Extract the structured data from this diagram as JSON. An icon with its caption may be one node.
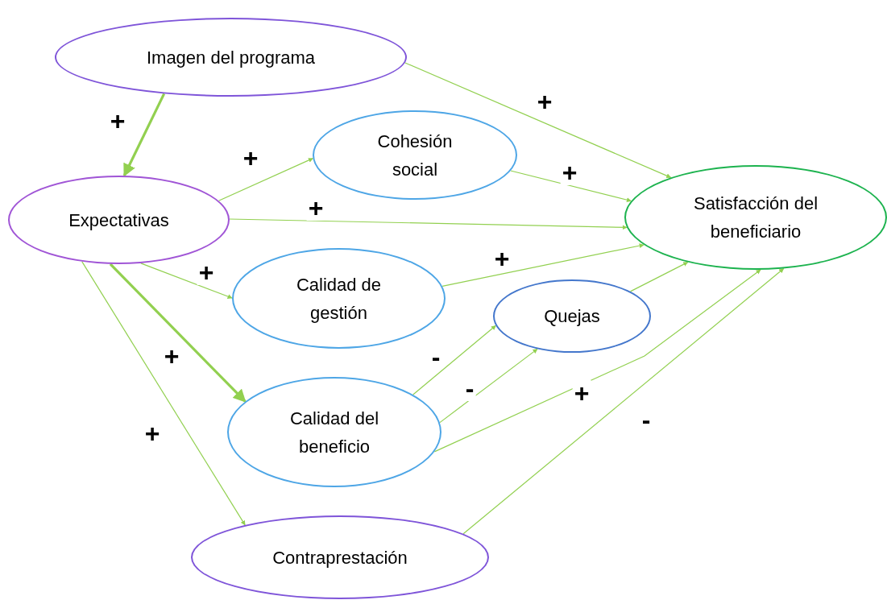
{
  "diagram": {
    "nodes": [
      {
        "text": [
          "Imagen del programa"
        ]
      },
      {
        "text": [
          "Expectativas"
        ]
      },
      {
        "text": [
          "Cohesión social"
        ]
      },
      {
        "text": [
          "Satisfacción del beneficiario"
        ]
      },
      {
        "text": [
          "Calidad de gestión"
        ]
      },
      {
        "text": [
          "Quejas"
        ]
      },
      {
        "text": [
          "Calidad del beneficio"
        ]
      },
      {
        "text": [
          "Contraprestación"
        ]
      }
    ],
    "edges": [
      {
        "from": 0,
        "to": 1,
        "arrow": "to",
        "label": "+",
        "style": "thick"
      },
      {
        "from": 0,
        "to": 3,
        "arrow": "to",
        "label": "+"
      },
      {
        "from": 1,
        "to": 2,
        "arrow": "to",
        "label": "+"
      },
      {
        "from": 2,
        "to": 3,
        "arrow": "to",
        "label": "+"
      },
      {
        "from": 1,
        "to": 3,
        "arrow": "to",
        "label": "+"
      },
      {
        "from": 1,
        "to": 4,
        "arrow": "to",
        "label": "+"
      },
      {
        "from": 4,
        "to": 3,
        "arrow": "to",
        "label": "+"
      },
      {
        "from": 1,
        "to": 6,
        "arrow": "to",
        "label": "+",
        "style": "thick"
      },
      {
        "from": 1,
        "to": 7,
        "arrow": "to",
        "label": "+"
      },
      {
        "from": 6,
        "to": 5,
        "arrow": "to",
        "label": "-"
      },
      {
        "from": 6,
        "to": 5,
        "arrow": "to",
        "label": "-"
      },
      {
        "from": 6,
        "to": 3,
        "arrow": "to",
        "label": "+"
      },
      {
        "from": 5,
        "to": 3,
        "arrow": "to"
      },
      {
        "from": 7,
        "to": 3,
        "arrow": "to",
        "label": "-"
      }
    ]
  }
}
